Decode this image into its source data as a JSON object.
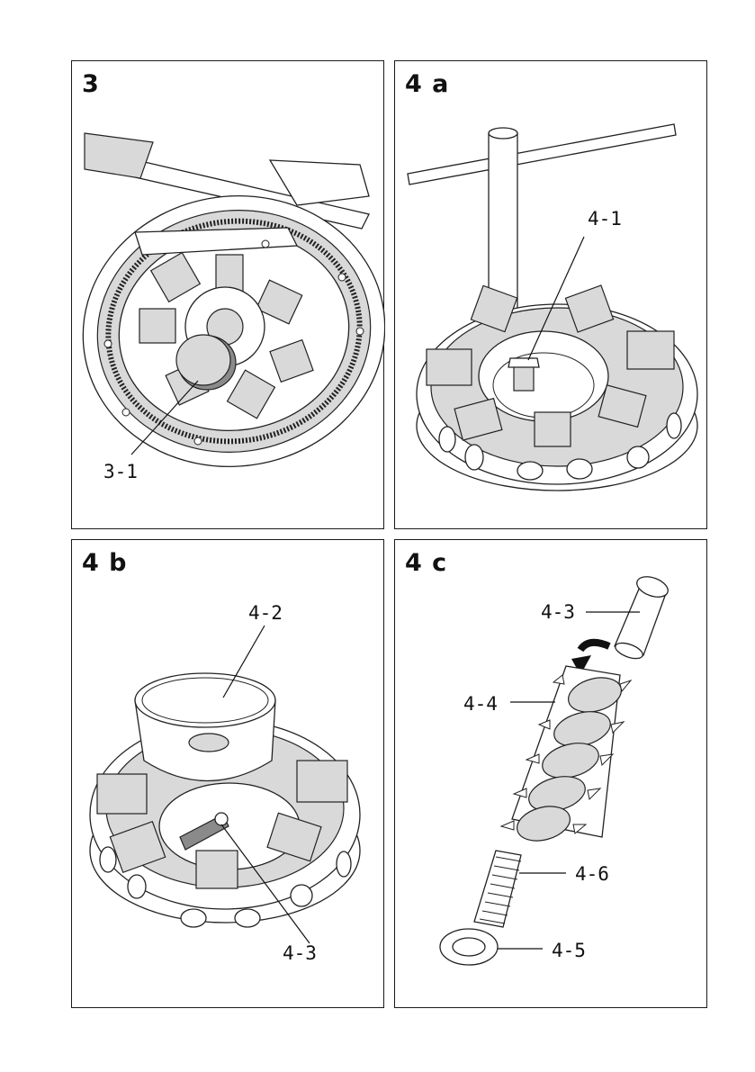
{
  "panels": [
    {
      "id": "3",
      "title": "3",
      "callouts": [
        "3-1"
      ]
    },
    {
      "id": "4a",
      "title": "4 a",
      "callouts": [
        "4-1"
      ]
    },
    {
      "id": "4b",
      "title": "4 b",
      "callouts": [
        "4-2",
        "4-3"
      ]
    },
    {
      "id": "4c",
      "title": "4 c",
      "callouts": [
        "4-3",
        "4-4",
        "4-6",
        "4-5"
      ]
    }
  ]
}
